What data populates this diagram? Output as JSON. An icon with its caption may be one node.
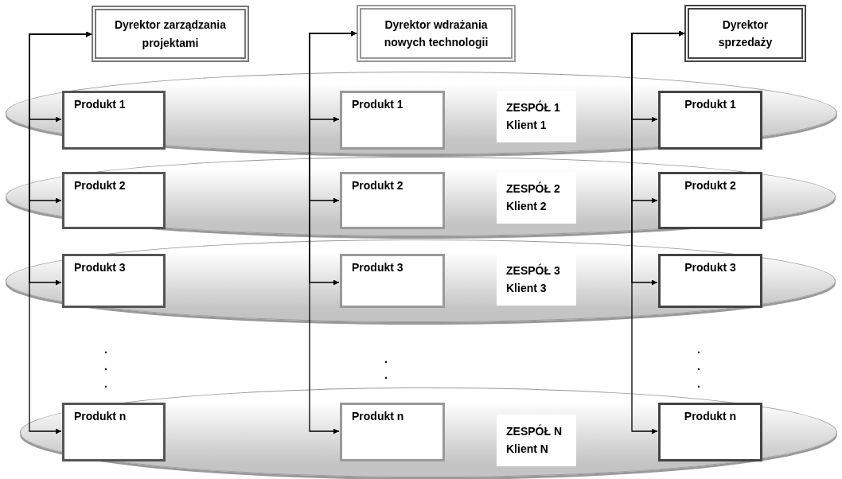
{
  "diagram": {
    "nodes": [
      {
        "text": [
          "Dyrektor zarządzania projektami"
        ]
      },
      {
        "text": [
          "Dyrektor wdrażania nowych technologii"
        ]
      },
      {
        "text": [
          "Dyrektor sprzedaży"
        ]
      },
      {
        "text": [
          "ZESPÓŁ 1 Klient 1"
        ]
      },
      {
        "text": [
          "Produkt 1"
        ],
        "in": 3
      },
      {
        "text": [
          "Produkt 1"
        ],
        "in": 3
      },
      {
        "text": [
          "Produkt 1"
        ],
        "in": 3
      },
      {
        "text": [
          "ZESPÓŁ 2 Klient 2"
        ]
      },
      {
        "text": [
          "Produkt 2"
        ],
        "in": 7
      },
      {
        "text": [
          "Produkt 2"
        ],
        "in": 7
      },
      {
        "text": [
          "Produkt 2"
        ],
        "in": 7
      },
      {
        "text": [
          "ZESPÓŁ 3 Klient 3"
        ]
      },
      {
        "text": [
          "Produkt 3"
        ],
        "in": 11
      },
      {
        "text": [
          "Produkt 3"
        ],
        "in": 11
      },
      {
        "text": [
          "Produkt 3"
        ],
        "in": 11
      },
      {
        "text": [
          "ZESPÓŁ N Klient N"
        ]
      },
      {
        "text": [
          "Produkt n"
        ],
        "in": 15
      },
      {
        "text": [
          "Produkt n"
        ],
        "in": 15
      },
      {
        "text": [
          "Produkt n"
        ],
        "in": 15
      }
    ],
    "edges": [
      {
        "from": 0,
        "to": 4,
        "arrow": "both"
      },
      {
        "from": 0,
        "to": 8,
        "arrow": "both"
      },
      {
        "from": 0,
        "to": 12,
        "arrow": "both"
      },
      {
        "from": 0,
        "to": 16,
        "arrow": "both"
      },
      {
        "from": 1,
        "to": 5,
        "arrow": "both"
      },
      {
        "from": 1,
        "to": 9,
        "arrow": "both"
      },
      {
        "from": 1,
        "to": 13,
        "arrow": "both"
      },
      {
        "from": 1,
        "to": 17,
        "arrow": "both"
      },
      {
        "from": 2,
        "to": 6,
        "arrow": "both"
      },
      {
        "from": 2,
        "to": 10,
        "arrow": "both"
      },
      {
        "from": 2,
        "to": 14,
        "arrow": "both"
      },
      {
        "from": 2,
        "to": 18,
        "arrow": "both"
      }
    ],
    "labels": [
      ".",
      ".",
      ".",
      ".",
      ".",
      ".",
      ".",
      "."
    ]
  }
}
